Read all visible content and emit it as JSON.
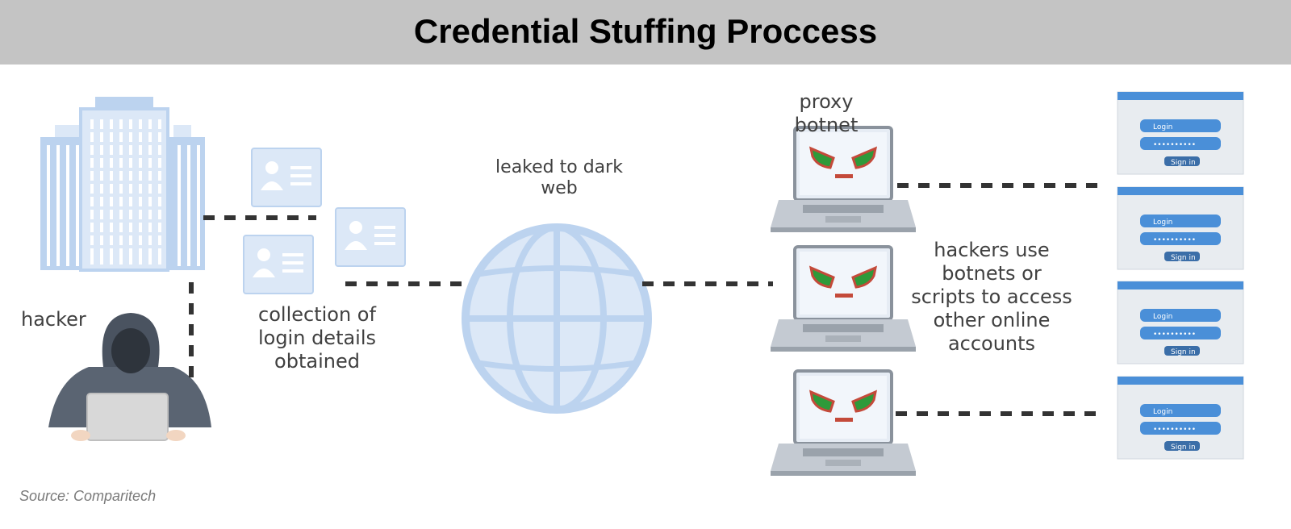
{
  "title": "Credential Stuffing Proccess",
  "labels": {
    "hacker": "hacker",
    "collection": [
      "collection of",
      "login details",
      "obtained"
    ],
    "dark_web": [
      "leaked to dark",
      "web"
    ],
    "proxy_botnet": "proxy botnet",
    "hackers_use": [
      "hackers use",
      "botnets or",
      "scripts to access",
      "other online",
      "accounts"
    ]
  },
  "login_card": {
    "login_label": "Login",
    "password_mask": "••••••••••",
    "button": "Sign in"
  },
  "source": "Source: Comparitech",
  "colors": {
    "accent_blue": "#bcd3ef",
    "light_blue": "#dce8f7",
    "dark_grey": "#3a3a3a",
    "eyes_green": "#3d9b3d",
    "eyes_red": "#c0392b",
    "card_blue": "#4a8fd8"
  }
}
